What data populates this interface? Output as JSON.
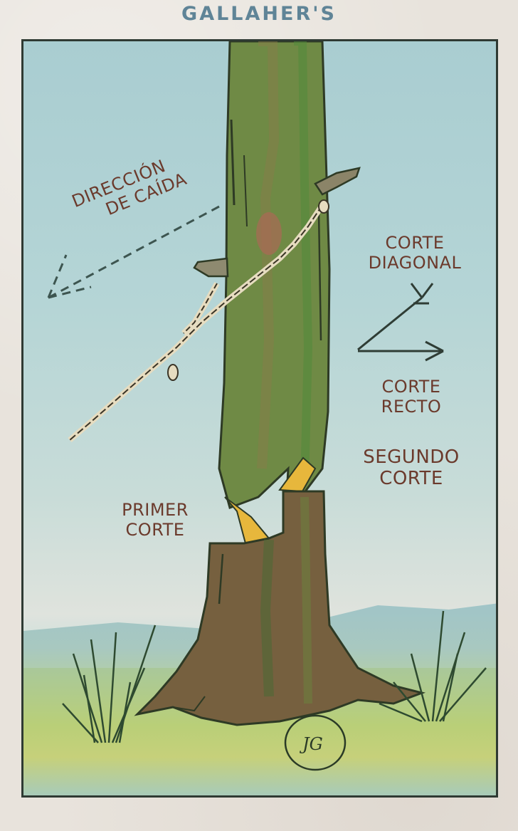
{
  "card": {
    "brand": "GALLAHER'S",
    "colors": {
      "brand_text": "#5f8497",
      "label_text": "#6b3a2c",
      "sky": "#b0d2d4",
      "trunk": "#5b7a3a",
      "cut": "#e7b73c",
      "border": "#2f3a33",
      "paper": "#e8e3dc"
    }
  },
  "labels": {
    "fall_direction": {
      "line1": "DIRECCIÓN",
      "line2": "DE CAÍDA"
    },
    "diagonal_cut": {
      "line1": "CORTE",
      "line2": "DIAGONAL"
    },
    "straight_cut": {
      "line1": "CORTE",
      "line2": "RECTO"
    },
    "second_cut": {
      "line1": "SEGUNDO",
      "line2": "CORTE"
    },
    "first_cut": {
      "line1": "PRIMER",
      "line2": "CORTE"
    }
  },
  "signature": "JG",
  "icons": {
    "fall_arrow": "dashed-arrow-icon",
    "diagonal_arrow": "diagonal-arrow-icon",
    "straight_arrow": "straight-arrow-icon"
  }
}
